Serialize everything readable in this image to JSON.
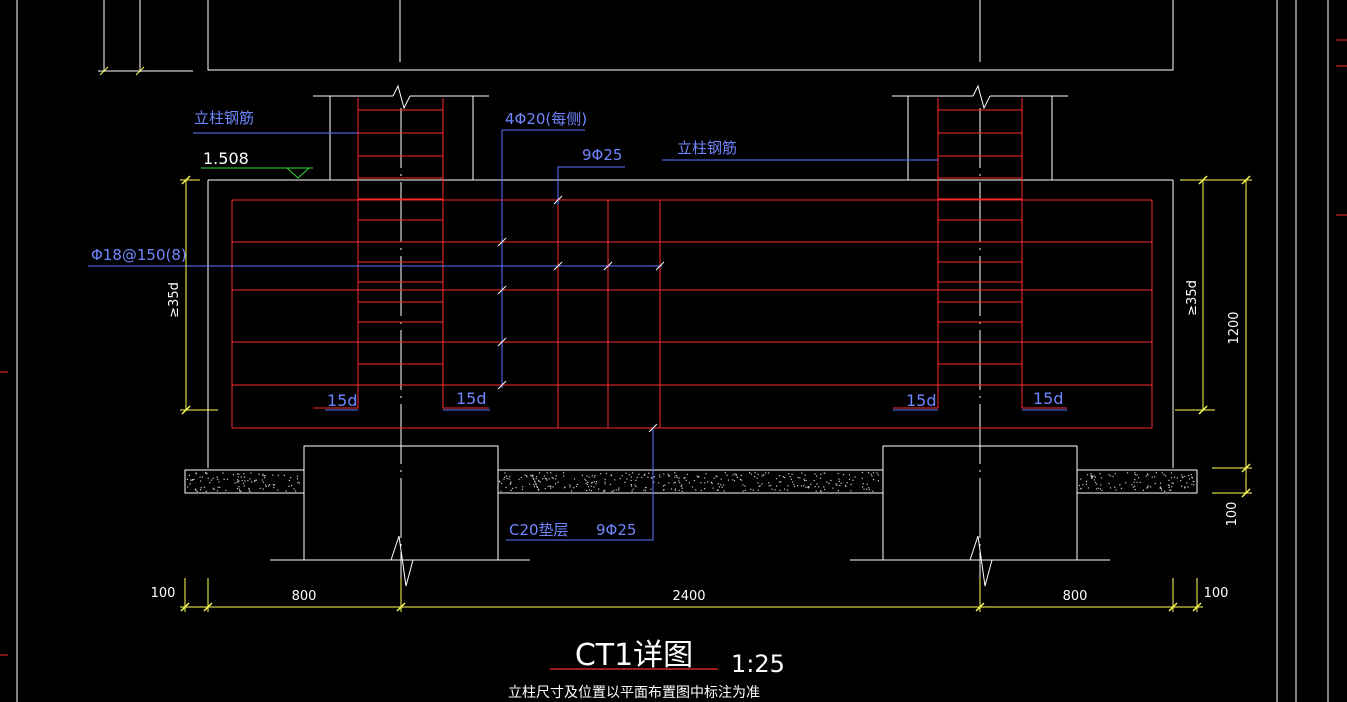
{
  "colors": {
    "background": "#000000",
    "outline": "#ffffff",
    "rebar": "#ff2a2a",
    "leader": "#5a78ff",
    "dimension": "#ffff55",
    "level": "#33dd33",
    "title_underline": "#ff2a2a"
  },
  "labels": {
    "column_rebar_left": "立柱钢筋",
    "column_rebar_right": "立柱钢筋",
    "elevation": "1.508",
    "top_side_bars": "4Φ20(每侧)",
    "top_bars": "9Φ25",
    "stirrups": "Φ18@150(8)",
    "anchor_left_a": "15d",
    "anchor_left_b": "15d",
    "anchor_right_a": "15d",
    "anchor_right_b": "15d",
    "cushion": "C20垫层",
    "bottom_bars": "9Φ25"
  },
  "dimensions": {
    "anchorage_left": "≥35d",
    "anchorage_right": "≥35d",
    "height_cap": "1200",
    "height_cushion": "100",
    "bottom_offset_left": "100",
    "width_left": "800",
    "width_middle": "2400",
    "width_right": "800",
    "bottom_offset_right": "100"
  },
  "title": {
    "name": "CT1详图",
    "scale": "1:25",
    "note": "立柱尺寸及位置以平面布置图中标注为准"
  }
}
